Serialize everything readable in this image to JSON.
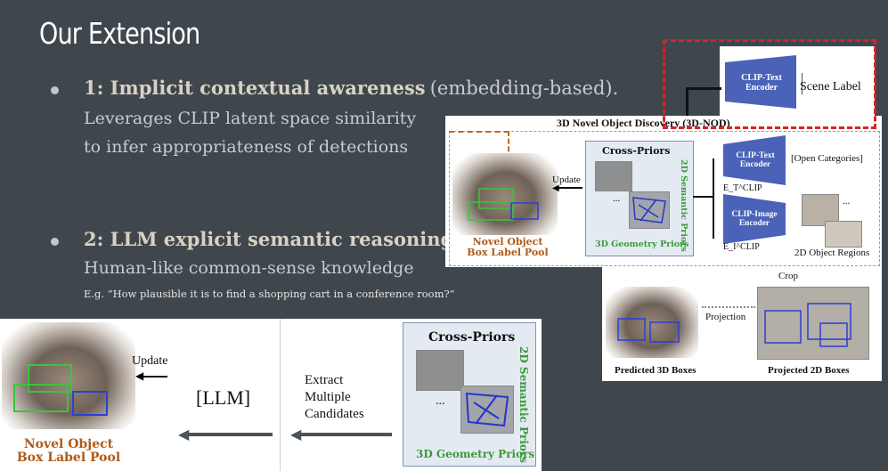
{
  "slide": {
    "title": "Our Extension",
    "bullet1": {
      "head": "1: Implicit contextual awareness",
      "head_suffix": "(embedding-based).",
      "line1": "Leverages CLIP latent space similarity",
      "line2": "to infer appropriateness of detections"
    },
    "bullet2": {
      "head": "2: LLM explicit semantic reasoning",
      "line1": "Human-like common-sense knowledge",
      "example": "E.g. “How plausible it is to find a  shopping cart in a conference room?”"
    }
  },
  "top_figure": {
    "header": "3D Novel Object Discovery (3D-NOD)",
    "scene_label": "Scene Label",
    "clip_text_top": "CLIP-Text Encoder",
    "update": "Update",
    "label_pool": "Novel Object Box Label Pool",
    "cross_priors": "Cross-Priors",
    "semantic_priors": "2D Semantic Priors",
    "geometry_priors": "3D Geometry Priors",
    "clip_text": "CLIP-Text Encoder",
    "clip_image": "CLIP-Image Encoder",
    "open_categories": "[Open Categories]",
    "et_clip": "E_T^CLIP",
    "ei_clip": "E_I^CLIP",
    "regions": "2D Object Regions",
    "ellipsis": "...",
    "crop": "Crop",
    "projection": "Projection",
    "predicted": "Predicted 3D Boxes",
    "projected": "Projected 2D Boxes"
  },
  "bottom_figure": {
    "update": "Update",
    "llm": "[LLM]",
    "extract": "Extract\nMultiple\nCandidates",
    "label_pool": "Novel Object Box Label Pool",
    "cross_priors": "Cross-Priors",
    "semantic_priors": "2D Semantic Priors",
    "geometry_priors": "3D Geometry Priors",
    "ellipsis": "..."
  },
  "colors": {
    "background": "#3f474d",
    "encoder_blue": "#4a63b8",
    "dashed_red": "#e02020",
    "pool_orange": "#b05a18",
    "prior_green": "#3a9a3a"
  }
}
